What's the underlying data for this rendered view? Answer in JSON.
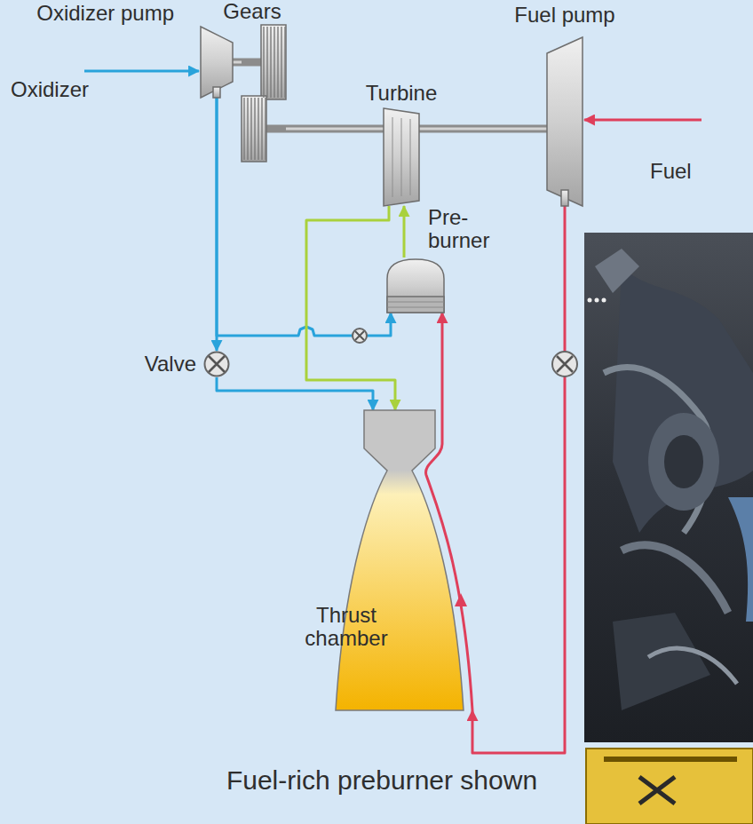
{
  "diagram": {
    "caption": "Fuel-rich preburner shown",
    "nodes": [
      {
        "text": [
          "Oxidizer pump"
        ]
      },
      {
        "text": [
          "Gears"
        ]
      },
      {
        "text": [
          "Turbine"
        ]
      },
      {
        "text": [
          "Fuel pump"
        ]
      },
      {
        "text": [
          "Pre- burner"
        ]
      },
      {
        "text": [
          "Valve"
        ]
      },
      {
        "text": [
          "Thrust chamber"
        ]
      }
    ],
    "edges": [
      {
        "from": 0,
        "to": 1,
        "arrow": "none"
      },
      {
        "from": 1,
        "to": 2,
        "arrow": "none"
      },
      {
        "from": 2,
        "to": 3,
        "arrow": "none"
      },
      {
        "from": 0,
        "to": 5,
        "arrow": "to"
      },
      {
        "from": 5,
        "to": 6,
        "arrow": "to"
      },
      {
        "from": 0,
        "to": 4,
        "arrow": "to"
      },
      {
        "from": 3,
        "to": 6,
        "arrow": "to"
      },
      {
        "from": 6,
        "to": 4,
        "arrow": "to"
      },
      {
        "from": 4,
        "to": 2,
        "arrow": "to"
      },
      {
        "from": 2,
        "to": 6,
        "arrow": "to"
      }
    ],
    "labels": [
      "Oxidizer",
      "Fuel"
    ]
  }
}
